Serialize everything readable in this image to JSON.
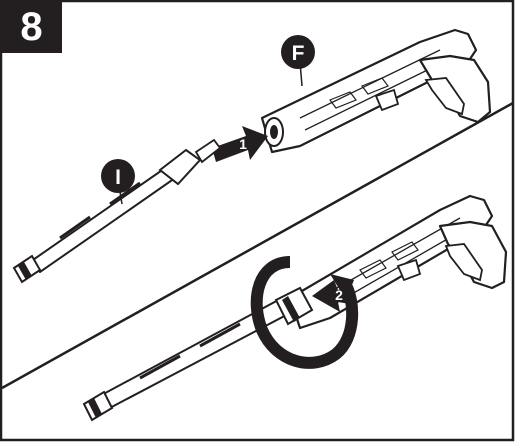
{
  "step_number": "8",
  "callouts": {
    "gun_label": "F",
    "lance_label": "I"
  },
  "arrows": {
    "push_step": "1",
    "twist_step": "2"
  },
  "colors": {
    "ink": "#231f20",
    "frame_gray": "#d8d8d8",
    "gun_fill": "#ffffff",
    "lance_fill": "#ffffff"
  }
}
